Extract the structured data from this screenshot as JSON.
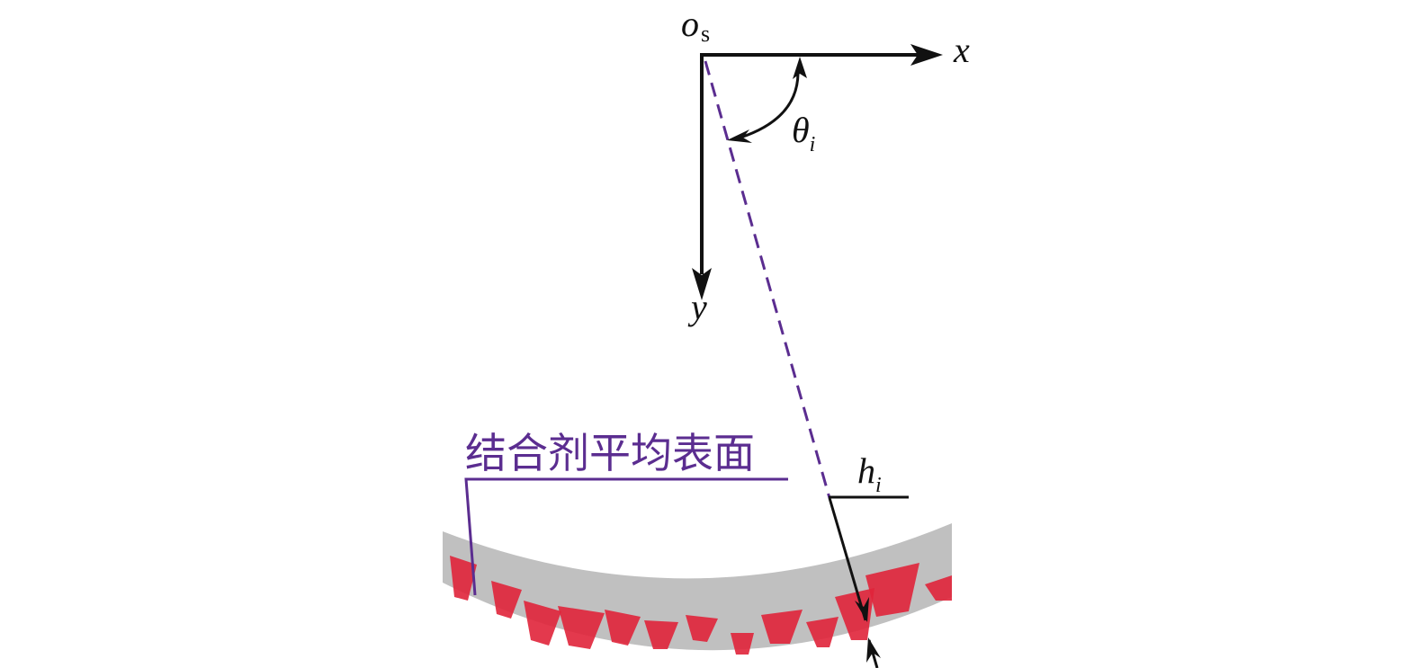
{
  "origin_label": {
    "main": "o",
    "sub": "s"
  },
  "x_axis_label": "x",
  "y_axis_label": "y",
  "angle_label": {
    "main": "θ",
    "sub": "i"
  },
  "height_label": {
    "main": "h",
    "sub": "i"
  },
  "binder_label": "结合剂平均表面",
  "colors": {
    "axis": "#111111",
    "accent": "#5b2d90",
    "binder": "#c0c0c0",
    "grain": "#e0233a"
  },
  "icons": [
    "arrow-head-icon"
  ]
}
